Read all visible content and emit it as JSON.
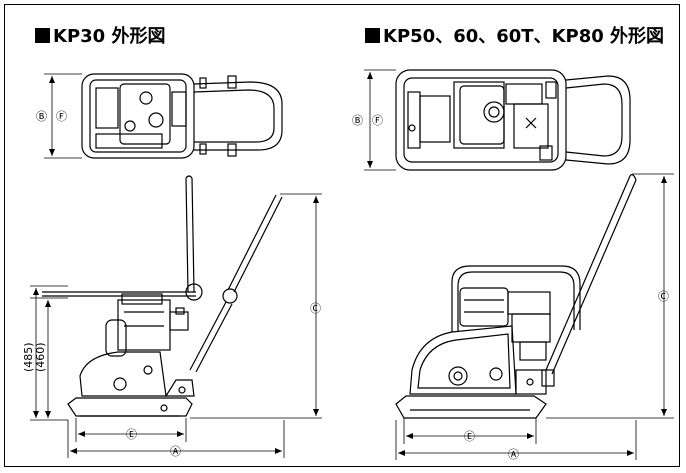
{
  "titles": {
    "left": "KP30 外形図",
    "right": "KP50、60、60T、KP80 外形図"
  },
  "dimension_labels": {
    "a": "Ⓐ",
    "b": "Ⓑ",
    "c": "Ⓒ",
    "e": "Ⓔ",
    "f": "Ⓕ",
    "height_485": "(485)",
    "height_460": "(460)"
  }
}
